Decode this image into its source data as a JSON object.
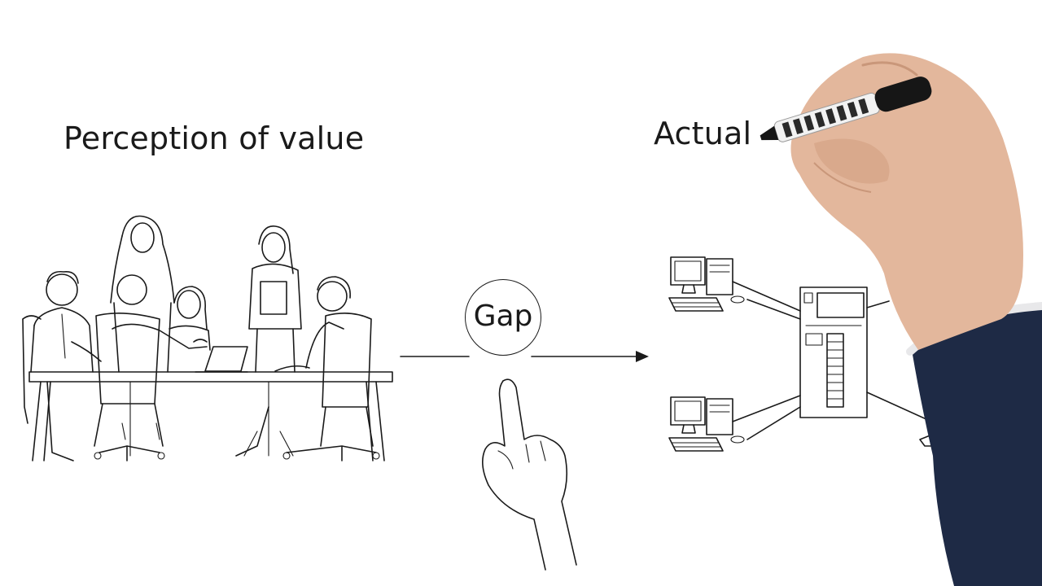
{
  "scene": {
    "left_heading": "Perception of value",
    "right_heading": "Actual",
    "gap_label": "Gap"
  },
  "colors": {
    "background": "#ffffff",
    "ink": "#1a1a1a",
    "skin": "#e3b79c",
    "sleeve": "#1e2a45",
    "marker_body": "#f2f2f2",
    "marker_cap": "#161616"
  },
  "icons": {
    "meeting": "business-meeting-sketch-icon",
    "pointing_hand": "pointing-hand-sketch-icon",
    "network": "computer-network-sketch-icon",
    "presenter_hand": "hand-holding-marker-icon"
  }
}
